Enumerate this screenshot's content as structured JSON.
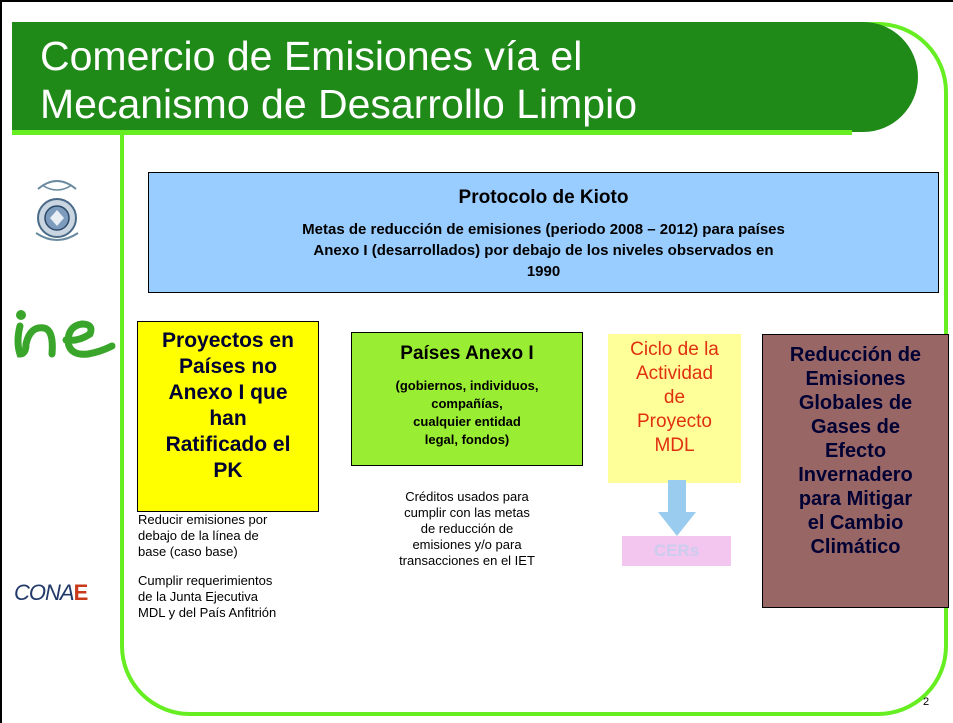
{
  "title": {
    "line1": "Comercio de Emisiones vía el",
    "line2": "Mecanismo de Desarrollo Limpio"
  },
  "logos": {
    "crest": "university-crest-icon",
    "ine": "ine",
    "conae_left": "CONA",
    "conae_right": "E"
  },
  "kyoto": {
    "title": "Protocolo de Kioto",
    "body_line1": "Metas de reducción de emisiones (periodo 2008 – 2012) para países",
    "body_line2": "Anexo I (desarrollados) por debajo de los niveles observados en",
    "body_line3": "1990"
  },
  "projects_box": {
    "lines": [
      "Proyectos en",
      "Países no",
      "Anexo I que",
      "han",
      "Ratificado el",
      "PK"
    ]
  },
  "annex_box": {
    "heading": "Países Anexo I",
    "sub_lines": [
      "(gobiernos, individuos,",
      "compañías,",
      "cualquier entidad",
      "legal, fondos)"
    ]
  },
  "cycle": {
    "lines": [
      "Ciclo de la",
      "Actividad",
      "de",
      "Proyecto",
      "MDL"
    ],
    "cers": "CERs"
  },
  "reduction_box": {
    "lines": [
      "Reducción de",
      "Emisiones",
      "Globales de",
      "Gases de",
      "Efecto",
      "Invernadero",
      "para Mitigar",
      "el Cambio",
      "Climático"
    ]
  },
  "notes": {
    "reducir": [
      "Reducir emisiones por",
      "debajo de la línea de",
      "base (caso base)"
    ],
    "cumplir": [
      "Cumplir requerimientos",
      "de la Junta Ejecutiva",
      "MDL y del País Anfitrión"
    ],
    "creditos": [
      "Créditos usados para",
      "cumplir con las metas",
      "de reducción de",
      "emisiones y/o para",
      "transacciones en el IET"
    ]
  },
  "page_number": "2",
  "colors": {
    "title_band": "#1f8a18",
    "frame": "#66ee22",
    "kyoto": "#99ccff",
    "projects": "#ffff00",
    "annex": "#99ee33",
    "cycle": "#ffff99",
    "cycle_text": "#e03010",
    "reduction": "#996666",
    "cers_bg": "#f2c6ee",
    "arrow": "#99ccee"
  }
}
